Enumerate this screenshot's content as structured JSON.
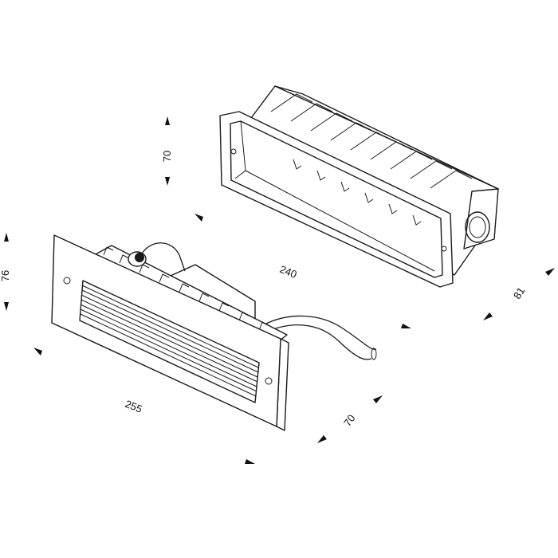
{
  "drawing": {
    "dimensions": {
      "box_height": "70",
      "box_length": "240",
      "box_depth": "81",
      "cover_height": "76",
      "cover_length": "255",
      "cover_depth": "70"
    }
  },
  "colors": {
    "line": "#1a1a1a",
    "background": "#ffffff"
  }
}
